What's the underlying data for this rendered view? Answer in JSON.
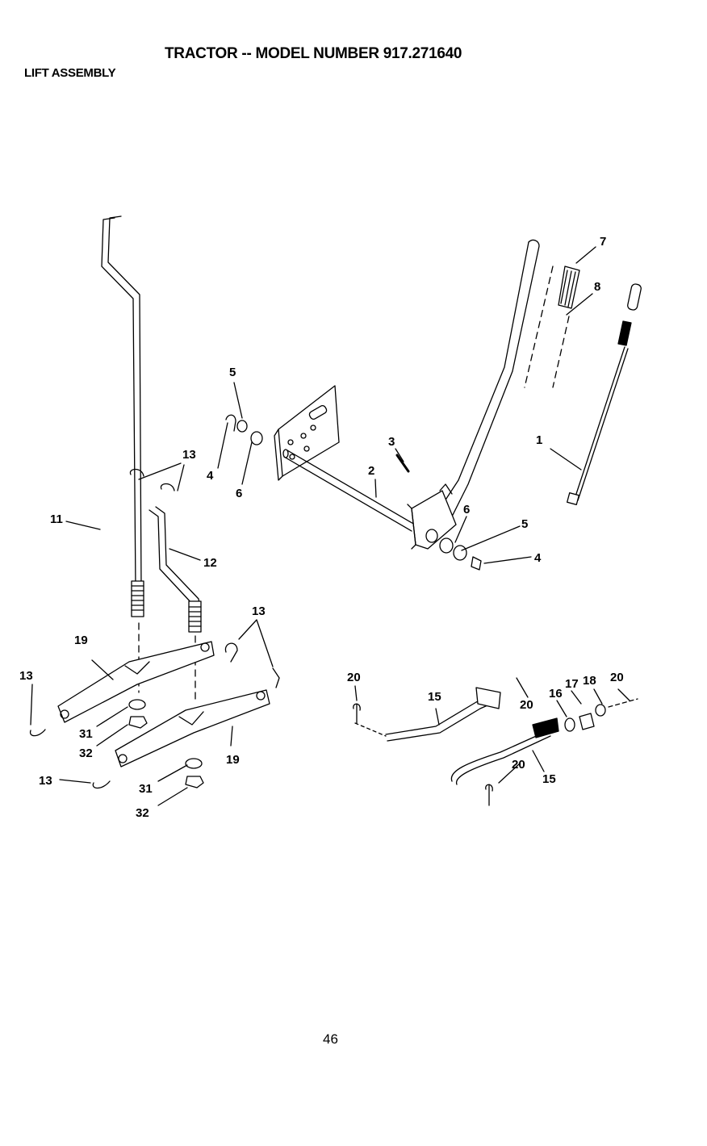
{
  "header": {
    "title": "TRACTOR -- MODEL NUMBER 917.271640",
    "section": "LIFT ASSEMBLY"
  },
  "callouts": [
    "5",
    "13",
    "4",
    "6",
    "3",
    "2",
    "7",
    "8",
    "1",
    "11",
    "12",
    "6",
    "5",
    "4",
    "13",
    "19",
    "13",
    "20",
    "15",
    "20",
    "16",
    "17",
    "18",
    "20",
    "31",
    "32",
    "19",
    "13",
    "31",
    "32",
    "20",
    "15"
  ],
  "footer": {
    "page_number": "46"
  }
}
